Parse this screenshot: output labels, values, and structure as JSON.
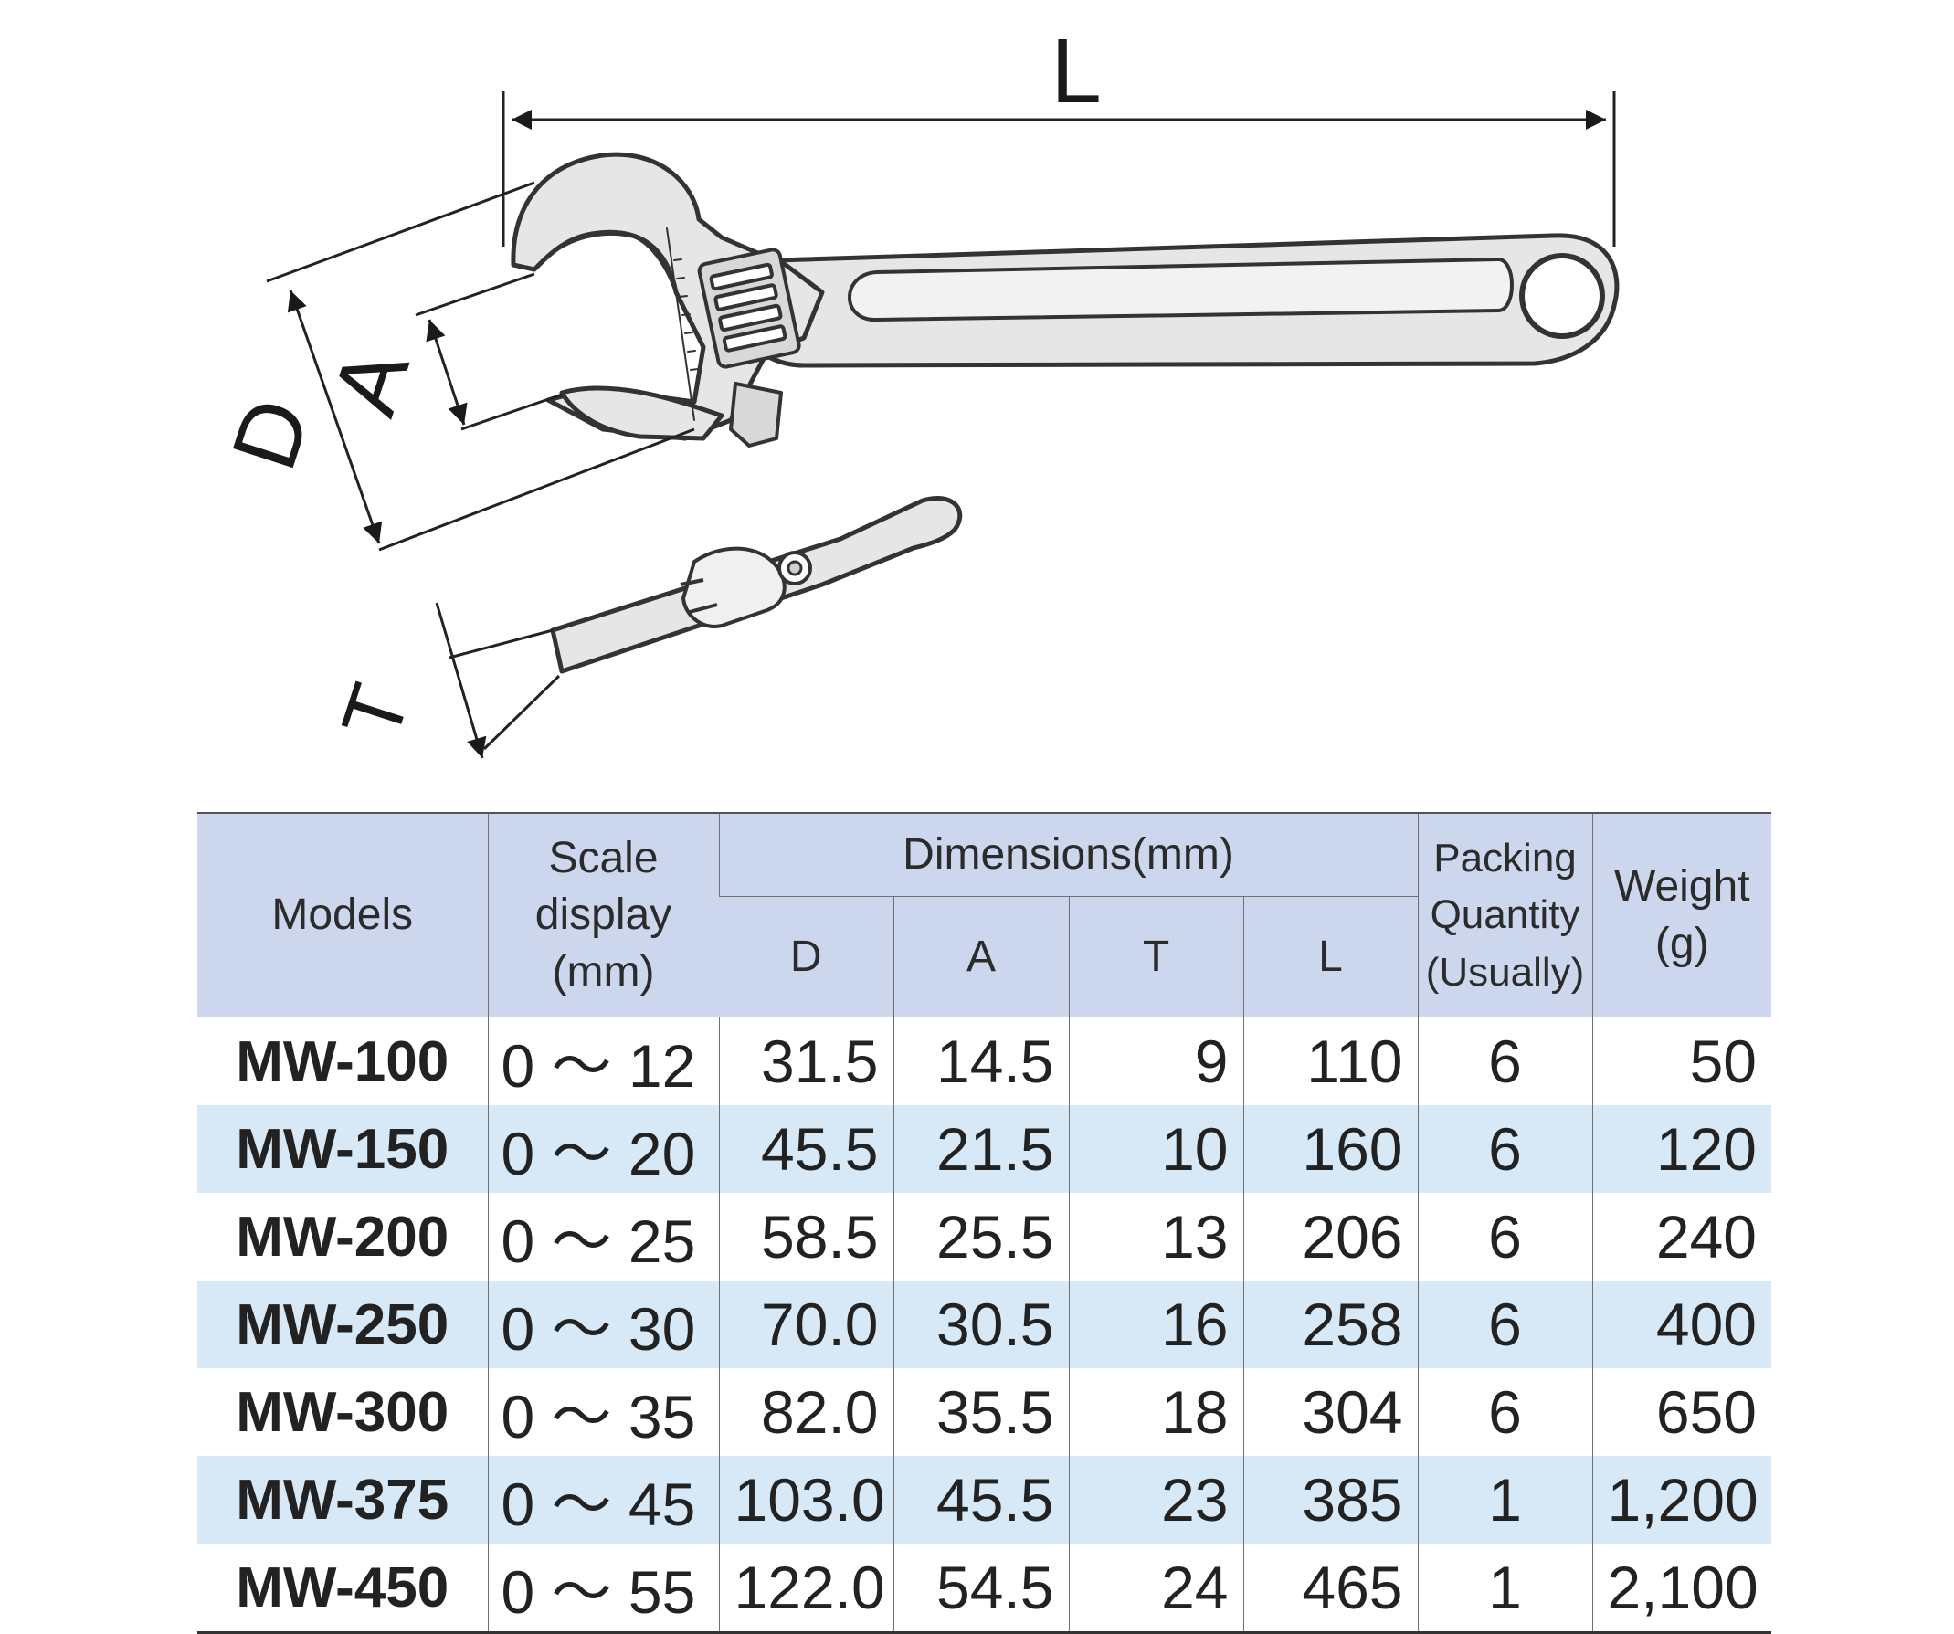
{
  "diagram": {
    "dimension_labels": {
      "L": "L",
      "D": "D",
      "A": "A",
      "T": "T"
    }
  },
  "table": {
    "headers": {
      "models": "Models",
      "scale_display": [
        "Scale",
        "display",
        "(mm)"
      ],
      "dimensions": "Dimensions(mm)",
      "sub": [
        "D",
        "A",
        "T",
        "L"
      ],
      "packing_quantity": [
        "Packing",
        "Quantity",
        "(Usually)"
      ],
      "weight": [
        "Weight",
        "(g)"
      ]
    },
    "rows": [
      {
        "model": "MW-100",
        "scale": "0 ～ 12",
        "D": "31.5",
        "A": "14.5",
        "T": "9",
        "L": "110",
        "qty": "6",
        "weight": "50"
      },
      {
        "model": "MW-150",
        "scale": "0 ～ 20",
        "D": "45.5",
        "A": "21.5",
        "T": "10",
        "L": "160",
        "qty": "6",
        "weight": "120"
      },
      {
        "model": "MW-200",
        "scale": "0 ～ 25",
        "D": "58.5",
        "A": "25.5",
        "T": "13",
        "L": "206",
        "qty": "6",
        "weight": "240"
      },
      {
        "model": "MW-250",
        "scale": "0 ～ 30",
        "D": "70.0",
        "A": "30.5",
        "T": "16",
        "L": "258",
        "qty": "6",
        "weight": "400"
      },
      {
        "model": "MW-300",
        "scale": "0 ～ 35",
        "D": "82.0",
        "A": "35.5",
        "T": "18",
        "L": "304",
        "qty": "6",
        "weight": "650"
      },
      {
        "model": "MW-375",
        "scale": "0 ～ 45",
        "D": "103.0",
        "A": "45.5",
        "T": "23",
        "L": "385",
        "qty": "1",
        "weight": "1,200"
      },
      {
        "model": "MW-450",
        "scale": "0 ～ 55",
        "D": "122.0",
        "A": "54.5",
        "T": "24",
        "L": "465",
        "qty": "1",
        "weight": "2,100"
      }
    ]
  },
  "colors": {
    "header_bg": "#ccd6ec",
    "stripe_bg": "#d7e9f6",
    "wrench_fill": "#e6e6e6",
    "wrench_outline": "#333333"
  }
}
